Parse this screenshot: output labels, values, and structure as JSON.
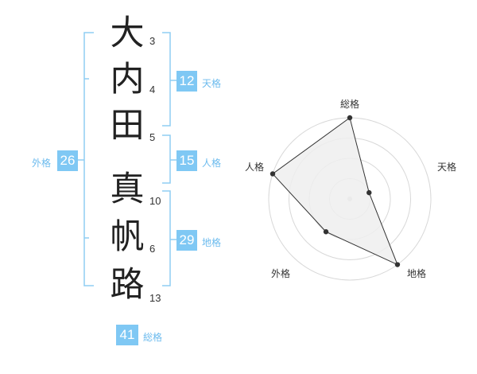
{
  "name": {
    "characters": [
      {
        "char": "大",
        "strokes": "3"
      },
      {
        "char": "内",
        "strokes": "4"
      },
      {
        "char": "田",
        "strokes": "5"
      },
      {
        "char": "真",
        "strokes": "10"
      },
      {
        "char": "帆",
        "strokes": "6"
      },
      {
        "char": "路",
        "strokes": "13"
      }
    ]
  },
  "fortunes": {
    "tenkaku": {
      "label": "天格",
      "value": "12"
    },
    "jinkaku": {
      "label": "人格",
      "value": "15"
    },
    "chikaku": {
      "label": "地格",
      "value": "29"
    },
    "gaikaku": {
      "label": "外格",
      "value": "26"
    },
    "soukaku": {
      "label": "総格",
      "value": "41"
    }
  },
  "radar": {
    "axes": [
      "総格",
      "天格",
      "地格",
      "外格",
      "人格"
    ],
    "levels": 4,
    "values": [
      4,
      1,
      4,
      2,
      4
    ],
    "fill_color": "#eeeeee",
    "line_color": "#333333",
    "ring_color": "#d8d8d8"
  },
  "colors": {
    "accent": "#7fc8f4",
    "bracket": "#8fcdf4",
    "text": "#222222"
  }
}
